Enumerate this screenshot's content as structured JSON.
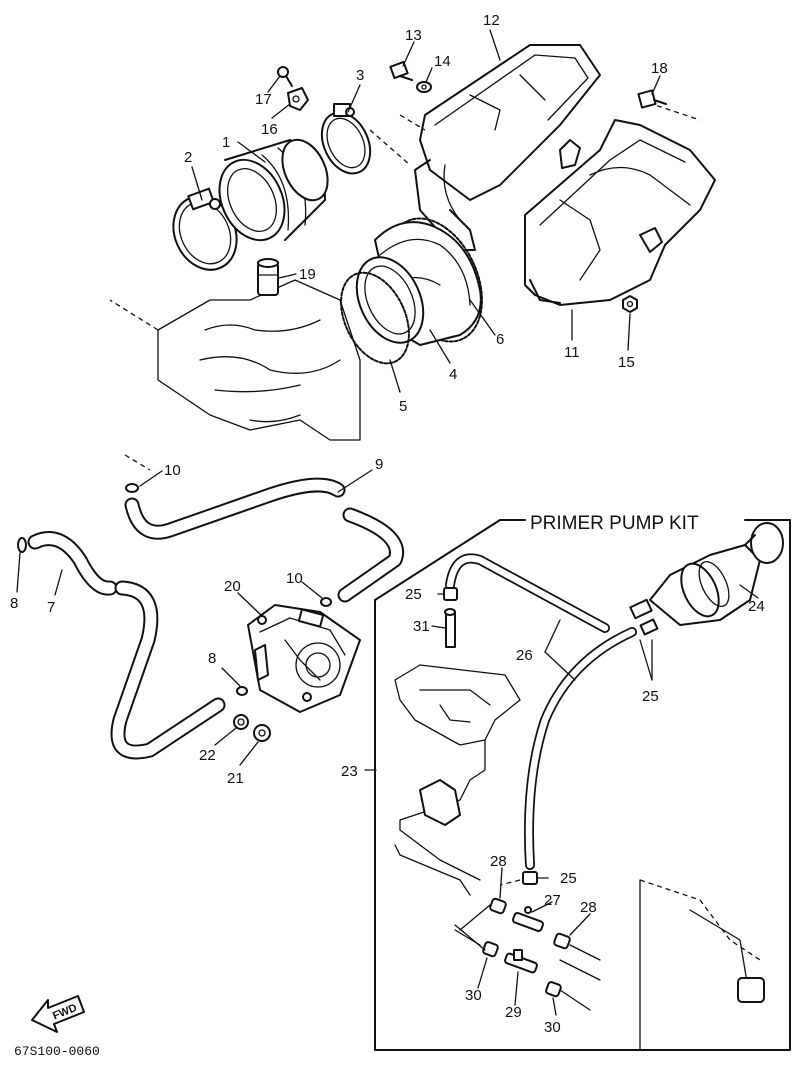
{
  "diagram": {
    "kit_title": "PRIMER PUMP KIT",
    "drawing_code": "67S100-0060",
    "fwd_label": "FWD",
    "callouts": [
      {
        "id": "1",
        "text": "1"
      },
      {
        "id": "2",
        "text": "2"
      },
      {
        "id": "3",
        "text": "3"
      },
      {
        "id": "4",
        "text": "4"
      },
      {
        "id": "5",
        "text": "5"
      },
      {
        "id": "6",
        "text": "6"
      },
      {
        "id": "7",
        "text": "7"
      },
      {
        "id": "8a",
        "text": "8"
      },
      {
        "id": "8b",
        "text": "8"
      },
      {
        "id": "9",
        "text": "9"
      },
      {
        "id": "10a",
        "text": "10"
      },
      {
        "id": "10b",
        "text": "10"
      },
      {
        "id": "11",
        "text": "11"
      },
      {
        "id": "12",
        "text": "12"
      },
      {
        "id": "13",
        "text": "13"
      },
      {
        "id": "14",
        "text": "14"
      },
      {
        "id": "15",
        "text": "15"
      },
      {
        "id": "16",
        "text": "16"
      },
      {
        "id": "17",
        "text": "17"
      },
      {
        "id": "18",
        "text": "18"
      },
      {
        "id": "19",
        "text": "19"
      },
      {
        "id": "20",
        "text": "20"
      },
      {
        "id": "21",
        "text": "21"
      },
      {
        "id": "22",
        "text": "22"
      },
      {
        "id": "23",
        "text": "23"
      },
      {
        "id": "24",
        "text": "24"
      },
      {
        "id": "25a",
        "text": "25"
      },
      {
        "id": "25b",
        "text": "25"
      },
      {
        "id": "25c",
        "text": "25"
      },
      {
        "id": "26",
        "text": "26"
      },
      {
        "id": "27",
        "text": "27"
      },
      {
        "id": "28a",
        "text": "28"
      },
      {
        "id": "28b",
        "text": "28"
      },
      {
        "id": "29",
        "text": "29"
      },
      {
        "id": "30a",
        "text": "30"
      },
      {
        "id": "30b",
        "text": "30"
      },
      {
        "id": "31",
        "text": "31"
      }
    ]
  }
}
